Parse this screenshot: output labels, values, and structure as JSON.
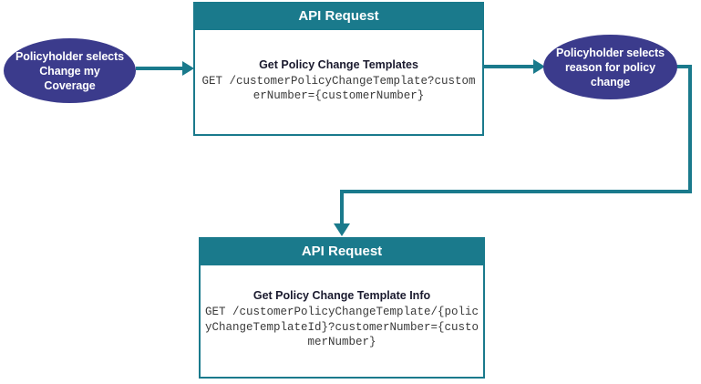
{
  "diagram": {
    "type": "flowchart",
    "colors": {
      "accent_teal": "#1a7a8c",
      "node_purple": "#3b3b8c",
      "node_text": "#ffffff",
      "background": "#ffffff"
    },
    "nodes": {
      "start": {
        "shape": "ellipse",
        "label": "Policyholder selects Change my Coverage"
      },
      "reason": {
        "shape": "ellipse",
        "label": "Policyholder selects reason for policy change"
      },
      "api_templates": {
        "shape": "box",
        "header": "API Request",
        "title": "Get Policy Change Templates",
        "endpoint": "GET /customerPolicyChangeTemplate?customerNumber={customerNumber}"
      },
      "api_template_info": {
        "shape": "box",
        "header": "API Request",
        "title": "Get Policy Change Template Info",
        "endpoint": "GET /customerPolicyChangeTemplate/{policyChangeTemplateId}?customerNumber={customerNumber}"
      }
    },
    "edges": [
      {
        "from": "start",
        "to": "api_templates",
        "style": "straight-arrow"
      },
      {
        "from": "api_templates",
        "to": "reason",
        "style": "straight-arrow"
      },
      {
        "from": "reason",
        "to": "api_template_info",
        "style": "elbow-arrow"
      }
    ]
  }
}
